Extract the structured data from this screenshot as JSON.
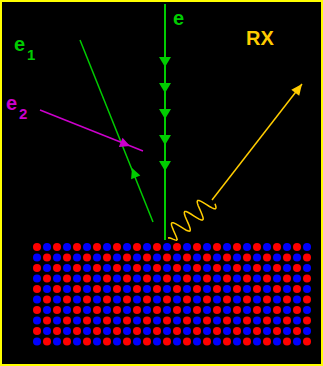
{
  "diagram": {
    "labels": [
      "e",
      "e",
      "1",
      "e",
      "2",
      "RX"
    ]
  }
}
